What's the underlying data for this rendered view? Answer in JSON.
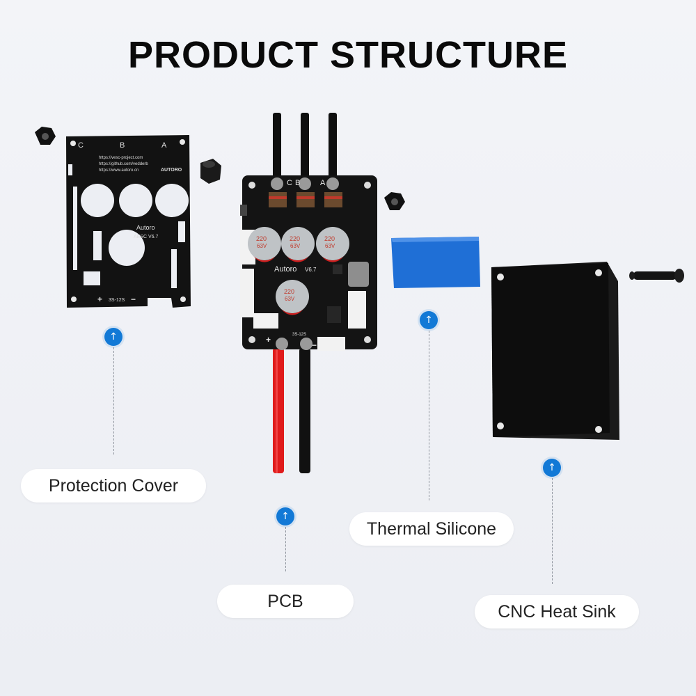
{
  "title": "PRODUCT STRUCTURE",
  "labels": {
    "protection_cover": "Protection Cover",
    "pcb": "PCB",
    "thermal_silicone": "Thermal Silicone",
    "cnc_heat_sink": "CNC Heat Sink"
  },
  "marker_glyph": "↑",
  "cover_print": {
    "phase_c": "C",
    "phase_b": "B",
    "phase_a": "A",
    "url1": "https://vesc-project.com",
    "url2": "https://github.com/vedderb",
    "url3": "https://www.autoro.cn",
    "brand": "AUTORO",
    "model1": "Autoro",
    "model2": "AESC V6.7",
    "voltage": "3S-12S",
    "plus": "+",
    "minus": "−"
  },
  "pcb_print": {
    "phase_c": "C",
    "phase_b": "B",
    "phase_a": "A",
    "brand": "Autoro",
    "version": "V6.7",
    "cap_text": "220",
    "cap_text2": "63V",
    "voltage": "3S-12S",
    "plus": "+",
    "minus": "−"
  },
  "colors": {
    "accent": "#1279d6",
    "board": "#141414",
    "thermal_pad": "#1f6fd6",
    "wire_red": "#e01b1b",
    "heat_sink": "#0d0d0d"
  }
}
